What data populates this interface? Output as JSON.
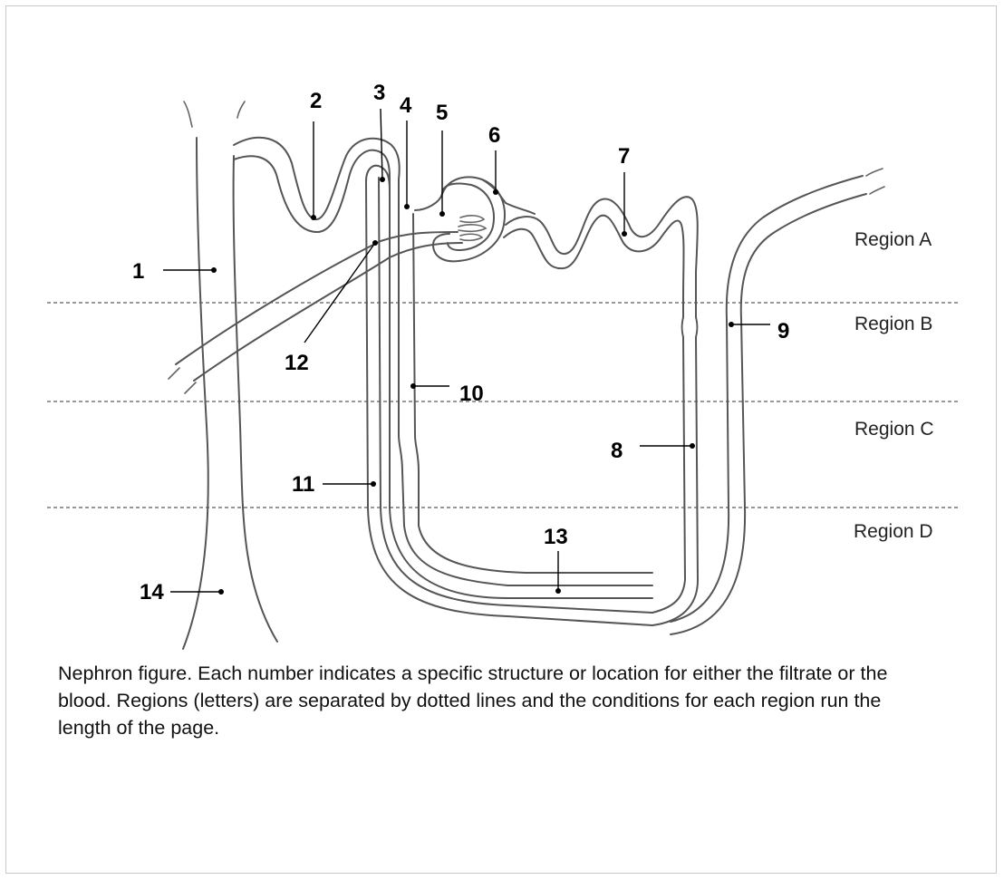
{
  "diagram": {
    "labels": [
      "1",
      "2",
      "3",
      "4",
      "5",
      "6",
      "7",
      "8",
      "9",
      "10",
      "11",
      "12",
      "13",
      "14"
    ],
    "regions": [
      "Region A",
      "Region B",
      "Region C",
      "Region D"
    ]
  },
  "caption": "Nephron figure. Each number indicates a specific structure or location for either the filtrate or the blood. Regions (letters) are separated by dotted lines and the conditions for each region run the length of the page."
}
